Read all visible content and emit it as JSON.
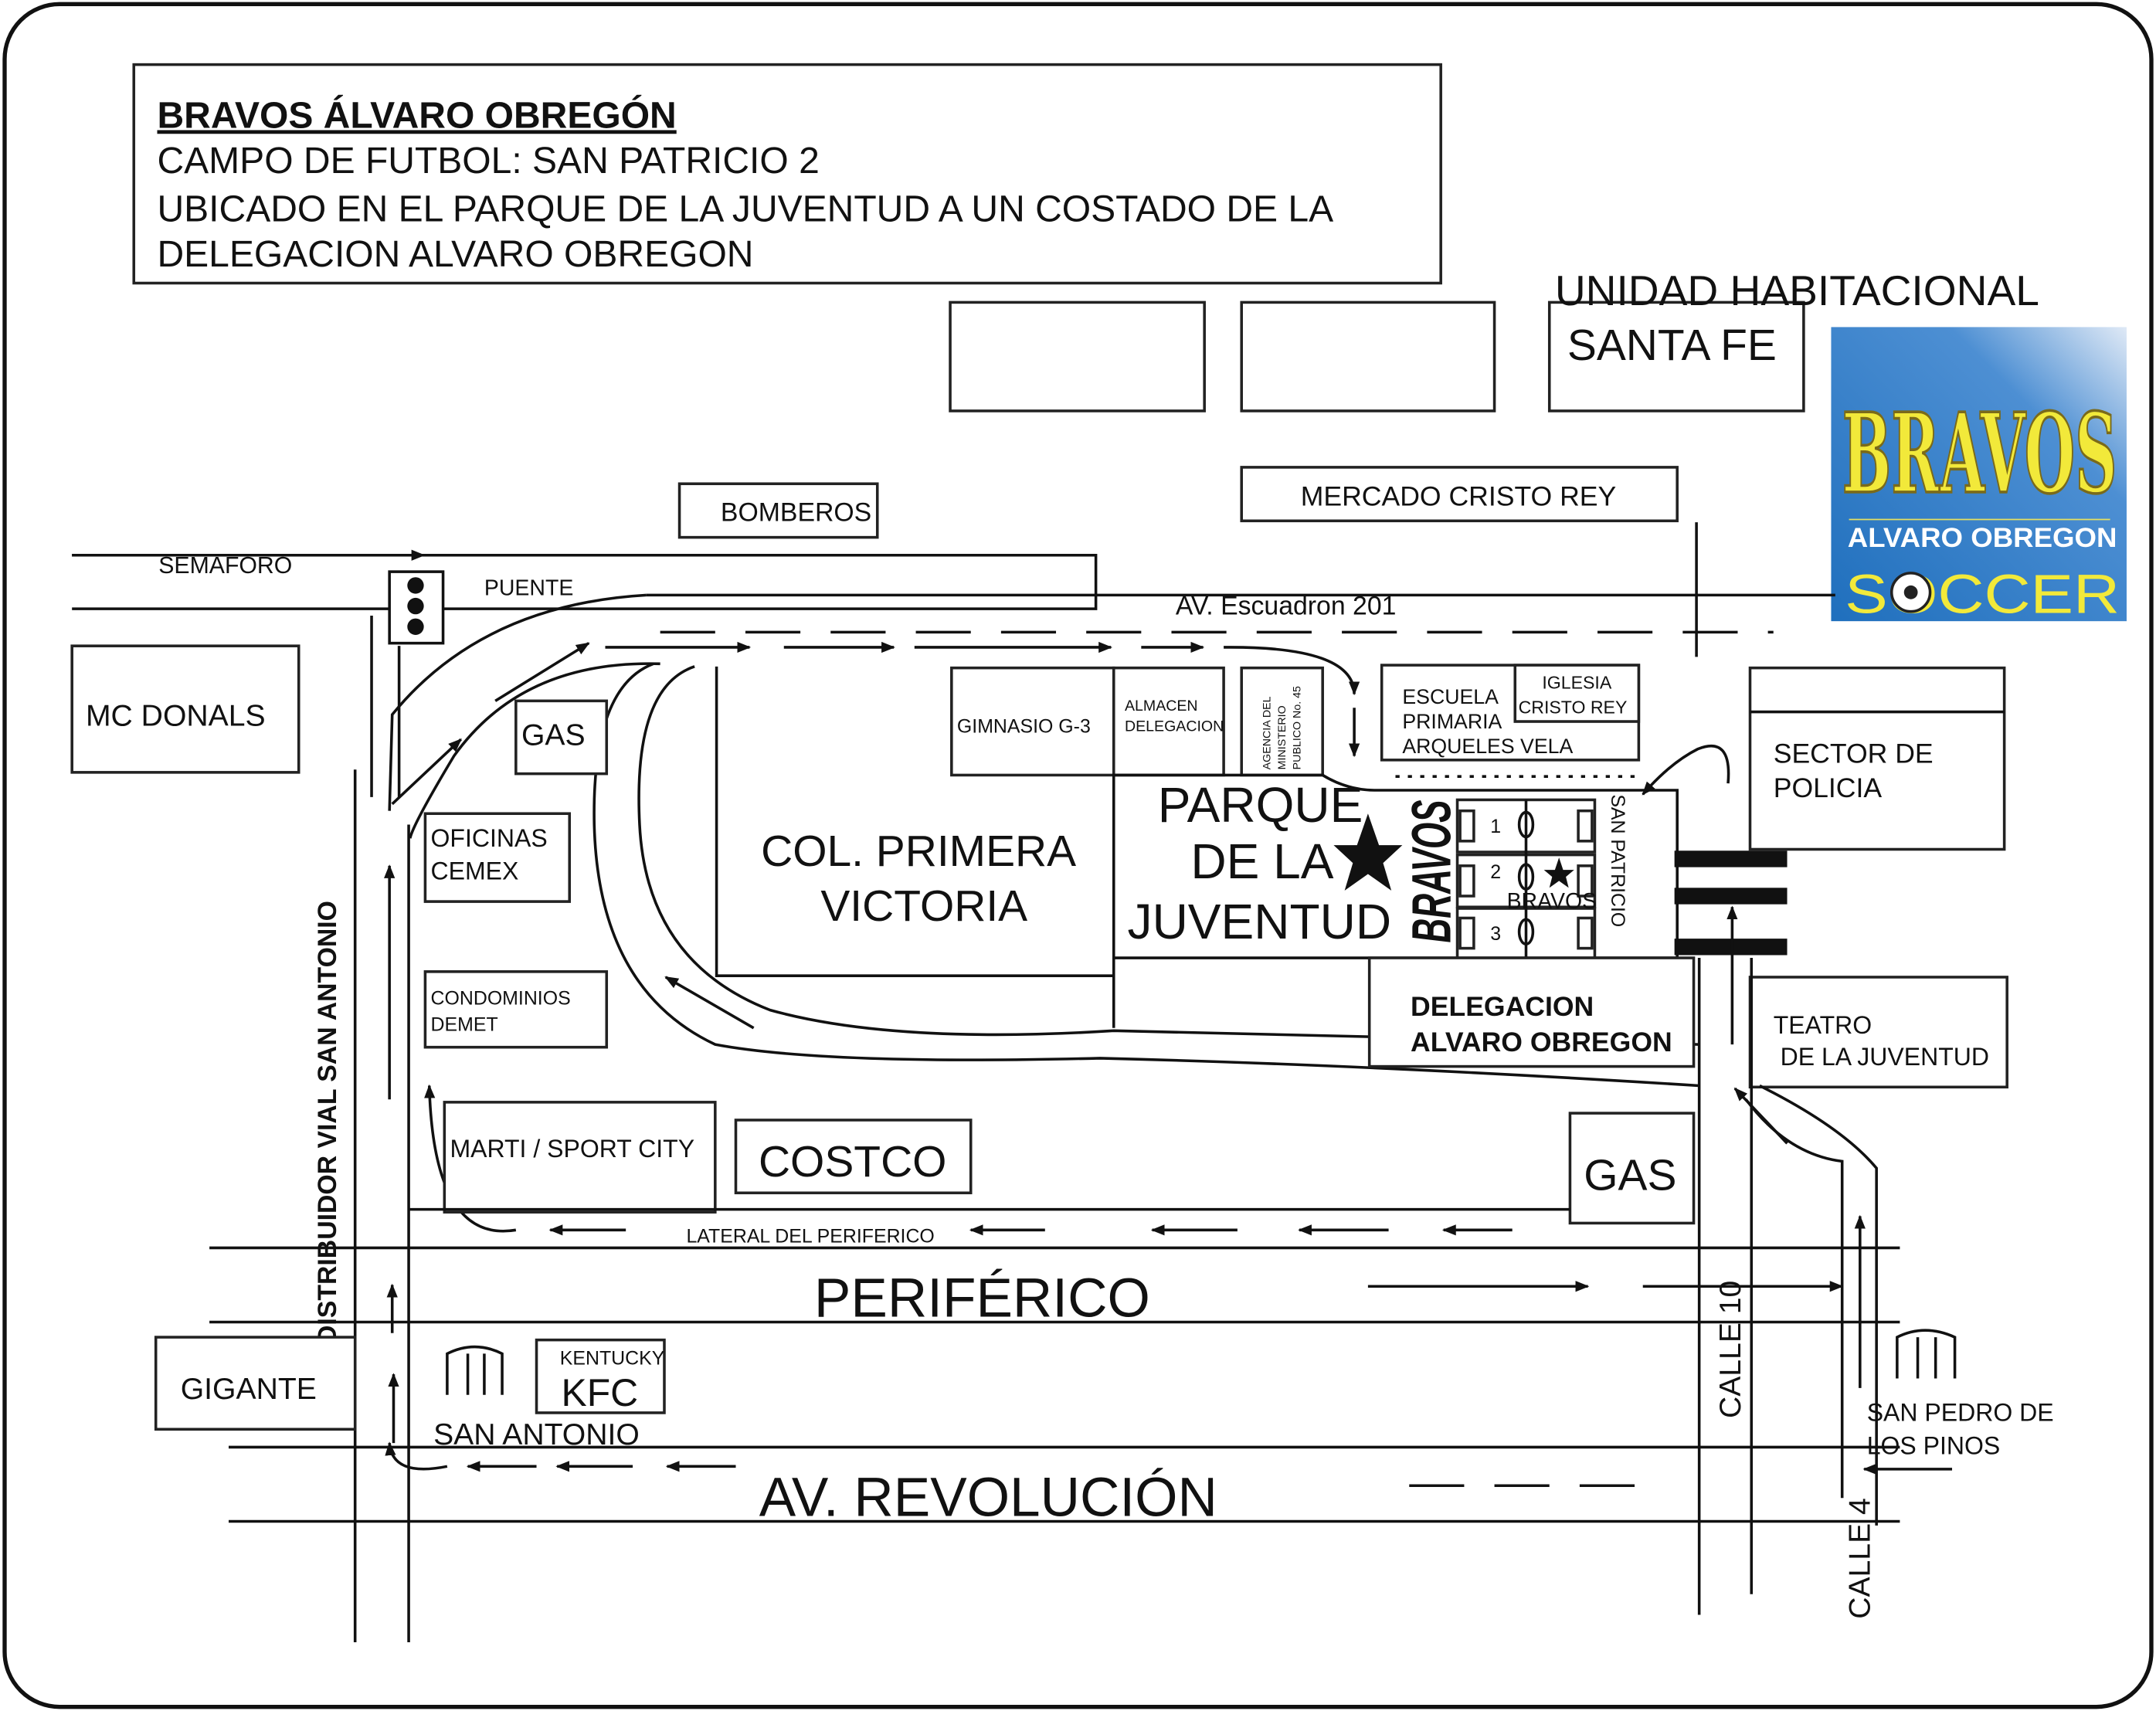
{
  "header": {
    "title": "BRAVOS ÁLVARO OBREGÓN",
    "line1": "CAMPO DE FUTBOL: SAN PATRICIO 2",
    "line2": "UBICADO EN EL PARQUE DE LA JUVENTUD A UN COSTADO DE LA",
    "line3": "DELEGACION ALVARO OBREGON"
  },
  "logo": {
    "title": "BRAVOS",
    "subtitle": "ALVARO OBREGON",
    "tagline": "SOCCER",
    "bg_color": "#2f7bc4",
    "text_color": "#f2e93a"
  },
  "landmarks": {
    "unidad_1": "UNIDAD HABITACIONAL",
    "unidad_2": "SANTA FE",
    "bomberos": "BOMBEROS",
    "mercado": "MERCADO CRISTO REY",
    "semaforo": "SEMAFORO",
    "puente": "PUENTE",
    "mcdonals": "MC DONALS",
    "gas1": "GAS",
    "gimnasio": "GIMNASIO G-3",
    "almacen_1": "ALMACEN",
    "almacen_2": "DELEGACION",
    "agencia_1": "AGENCIA DEL",
    "agencia_2": "MINISTERIO",
    "agencia_3": "PUBLICO No. 45",
    "escuela_1": "ESCUELA",
    "escuela_2": "PRIMARIA",
    "escuela_3": "ARQUELES VELA",
    "iglesia_1": "IGLESIA",
    "iglesia_2": "CRISTO REY",
    "policia_1": "SECTOR DE",
    "policia_2": "POLICIA",
    "cemex_1": "OFICINAS",
    "cemex_2": "CEMEX",
    "colonia_1": "COL. PRIMERA",
    "colonia_2": "VICTORIA",
    "parque_1": "PARQUE",
    "parque_2": "DE LA",
    "parque_3": "JUVENTUD",
    "bravos_vertical": "BRAVOS",
    "field_1": "1",
    "field_2": "2",
    "field_3": "3",
    "field_label": "BRAVOS",
    "condominios_1": "CONDOMINIOS",
    "condominios_2": "DEMET",
    "delegacion_1": "DELEGACION",
    "delegacion_2": "ALVARO OBREGON",
    "teatro_1": "TEATRO",
    "teatro_2": "DE LA JUVENTUD",
    "marti": "MARTI / SPORT CITY",
    "costco": "COSTCO",
    "gas2": "GAS",
    "gigante": "GIGANTE",
    "kentucky": "KENTUCKY",
    "kfc": "KFC",
    "san_pedro_1": "SAN PEDRO DE",
    "san_pedro_2": "LOS PINOS"
  },
  "streets": {
    "escuadron": "AV. Escuadron 201",
    "san_patricio": "SAN PATRICIO",
    "distribuidor": "DISTRIBUIDOR VIAL SAN ANTONIO",
    "lateral": "LATERAL DEL PERIFERICO",
    "periferico": "PERIFÉRICO",
    "calle10": "CALLE 10",
    "san_antonio": "SAN ANTONIO",
    "revolucion": "AV. REVOLUCIÓN",
    "calle4": "CALLE 4"
  }
}
